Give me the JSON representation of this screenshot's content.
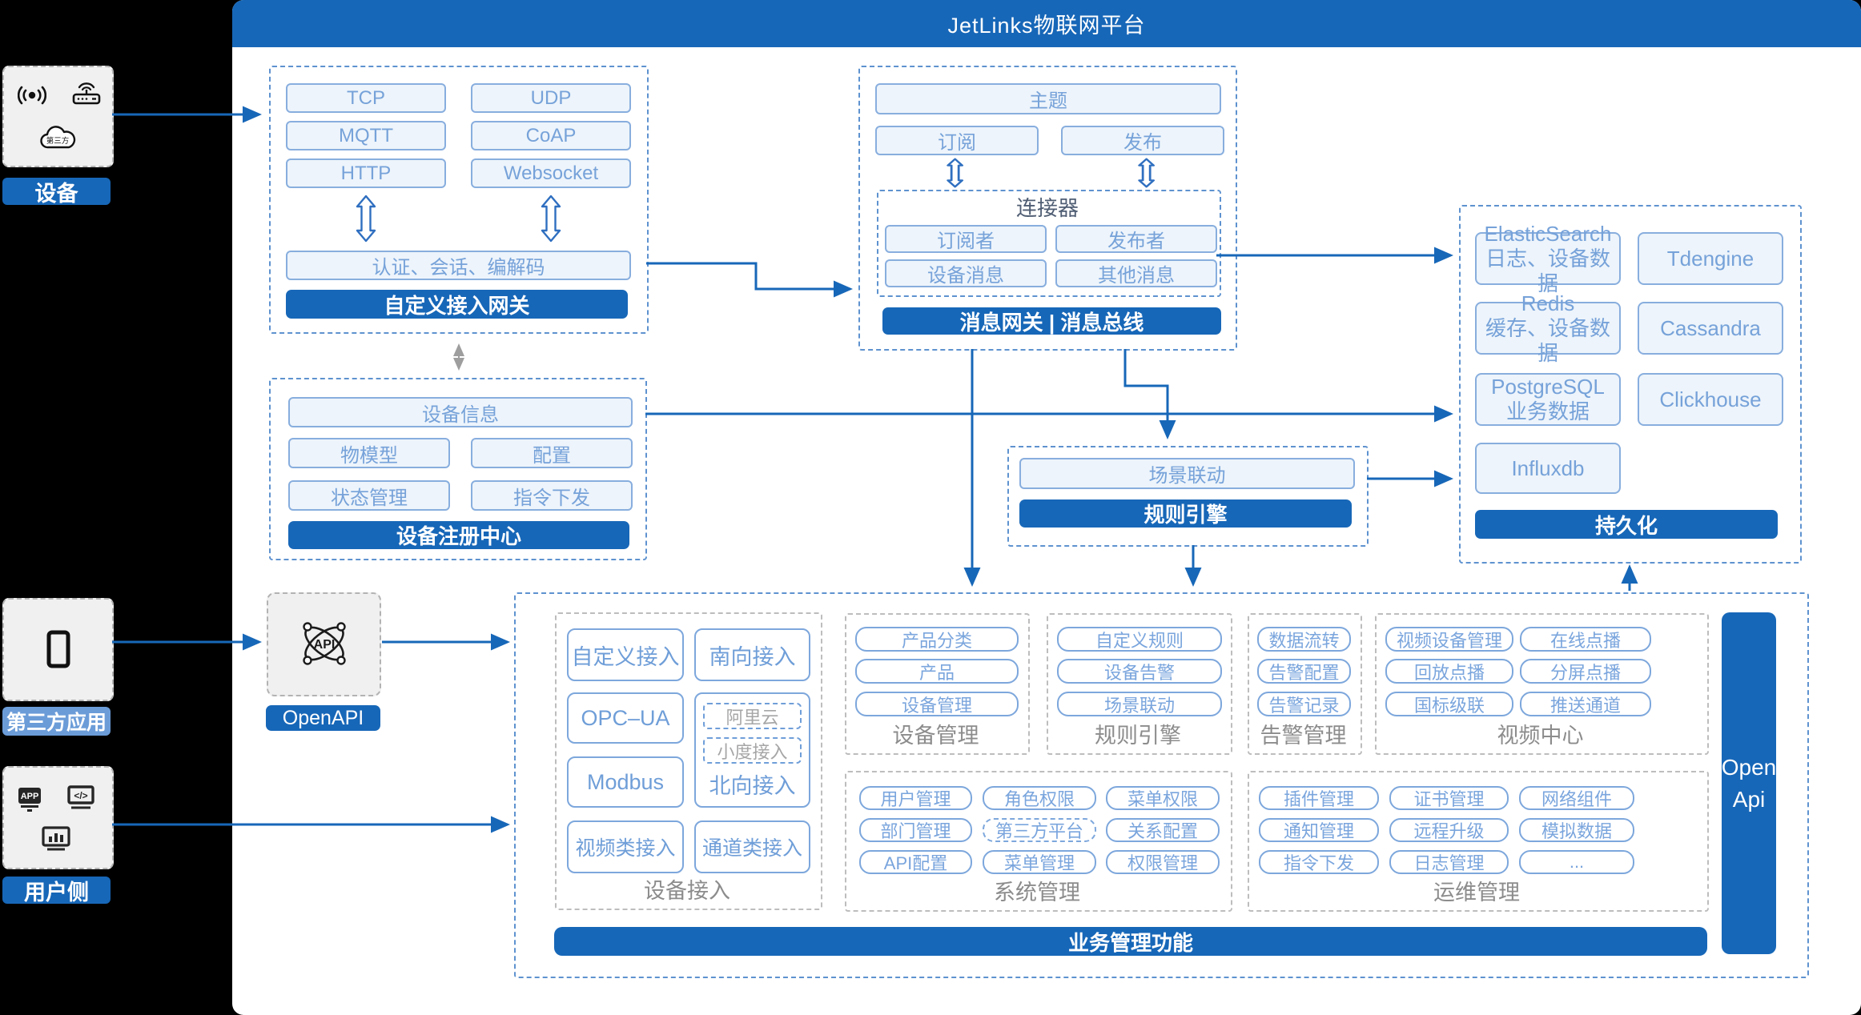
{
  "header": {
    "title": "JetLinks物联网平台"
  },
  "left": {
    "device": {
      "label": "设备",
      "cloud_text": "第三方"
    },
    "thirdapp": {
      "label": "第三方应用"
    },
    "user": {
      "label": "用户侧"
    }
  },
  "protocol": {
    "left": [
      "TCP",
      "MQTT",
      "HTTP"
    ],
    "right": [
      "UDP",
      "CoAP",
      "Websocket"
    ],
    "codec": "认证、会话、编解码",
    "footer": "自定义接入网关"
  },
  "message": {
    "topic": "主题",
    "subscribe": "订阅",
    "publish": "发布",
    "connector_title": "连接器",
    "subscriber": "订阅者",
    "publisher": "发布者",
    "device_msg": "设备消息",
    "other_msg": "其他消息",
    "footer": "消息网关 | 消息总线"
  },
  "registry": {
    "info": "设备信息",
    "model": "物模型",
    "config": "配置",
    "status": "状态管理",
    "command": "指令下发",
    "footer": "设备注册中心"
  },
  "persistence": {
    "cells": [
      {
        "l1": "ElasticSearch",
        "l2": "日志、设备数据"
      },
      {
        "l1": "Tdengine",
        "l2": ""
      },
      {
        "l1": "Redis",
        "l2": "缓存、设备数据"
      },
      {
        "l1": "Cassandra",
        "l2": ""
      },
      {
        "l1": "PostgreSQL",
        "l2": "业务数据"
      },
      {
        "l1": "Clickhouse",
        "l2": ""
      },
      {
        "l1": "Influxdb",
        "l2": ""
      }
    ],
    "footer": "持久化"
  },
  "rule": {
    "scene": "场景联动",
    "footer": "规则引擎"
  },
  "openapi": {
    "icon_text": "API",
    "label": "OpenAPI"
  },
  "bottom": {
    "access": {
      "label": "设备接入",
      "custom": "自定义接入",
      "south": "南向接入",
      "opcua": "OPC–UA",
      "aliyun": "阿里云",
      "xiaodu": "小度接入",
      "north": "北向接入",
      "modbus": "Modbus",
      "video": "视频类接入",
      "channel": "通道类接入"
    },
    "device_mgmt": {
      "label": "设备管理",
      "items": [
        "产品分类",
        "产品",
        "设备管理"
      ]
    },
    "rule_engine": {
      "label": "规则引擎",
      "items": [
        "自定义规则",
        "设备告警",
        "场景联动"
      ]
    },
    "alarm": {
      "label": "告警管理",
      "items": [
        "数据流转",
        "告警配置",
        "告警记录"
      ]
    },
    "video": {
      "label": "视频中心",
      "items": [
        "视频设备管理",
        "在线点播",
        "回放点播",
        "分屏点播",
        "国标级联",
        "推送通道"
      ]
    },
    "system": {
      "label": "系统管理",
      "items": [
        "用户管理",
        "角色权限",
        "菜单权限",
        "部门管理",
        "第三方平台",
        "关系配置",
        "API配置",
        "菜单管理",
        "权限管理"
      ]
    },
    "ops": {
      "label": "运维管理",
      "items": [
        "插件管理",
        "证书管理",
        "网络组件",
        "通知管理",
        "远程升级",
        "模拟数据",
        "指令下发",
        "日志管理",
        "..."
      ]
    },
    "openapi_bar": {
      "l1": "Open",
      "l2": "Api"
    },
    "footer": "业务管理功能"
  }
}
